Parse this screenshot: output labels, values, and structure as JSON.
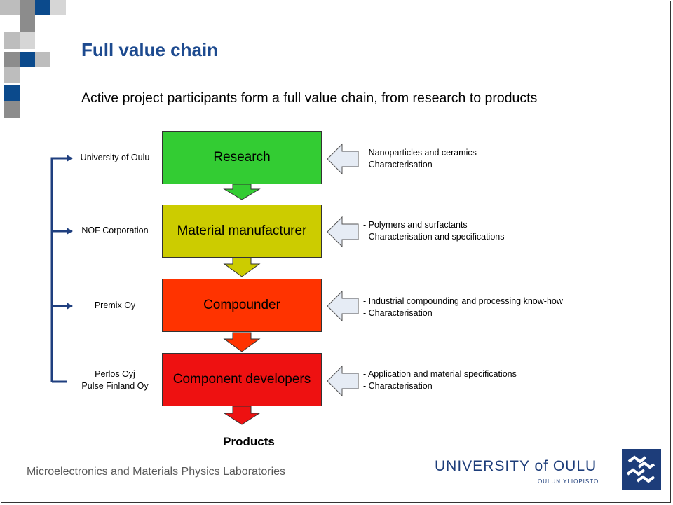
{
  "slide": {
    "title": "Full value chain",
    "subtitle": "Active project participants form a full value chain, from research to products"
  },
  "chain": {
    "stages": [
      {
        "label": "Research",
        "color": "#33cc33"
      },
      {
        "label": "Material manufacturer",
        "color": "#cccc00"
      },
      {
        "label": "Compounder",
        "color": "#ff3300"
      },
      {
        "label": "Component developers",
        "color": "#ee1111"
      }
    ],
    "participants": [
      {
        "name": "University of Oulu"
      },
      {
        "name": "NOF Corporation"
      },
      {
        "name": "Premix Oy"
      },
      {
        "name": "Perlos Oyj\nPulse Finland Oy",
        "lines": [
          "Perlos Oyj",
          "Pulse Finland Oy"
        ]
      }
    ],
    "notes": [
      [
        "- Nanoparticles and ceramics",
        "- Characterisation"
      ],
      [
        "- Polymers and surfactants",
        "- Characterisation and specifications"
      ],
      [
        "- Industrial compounding and processing know-how",
        "- Characterisation"
      ],
      [
        "- Application and material specifications",
        "- Characterisation"
      ]
    ],
    "products_label": "Products"
  },
  "footer": {
    "lab": "Microelectronics and Materials Physics Laboratories",
    "university": "UNIVERSITY of OULU",
    "university_fi": "OULUN YLIOPISTO"
  },
  "colors": {
    "title": "#1d4a8f",
    "connector": "#1f3f7f",
    "decor_blue": "#0b4a8c",
    "decor_gray": "#8c8c8c",
    "input_arrow": "#e6ecf5"
  }
}
